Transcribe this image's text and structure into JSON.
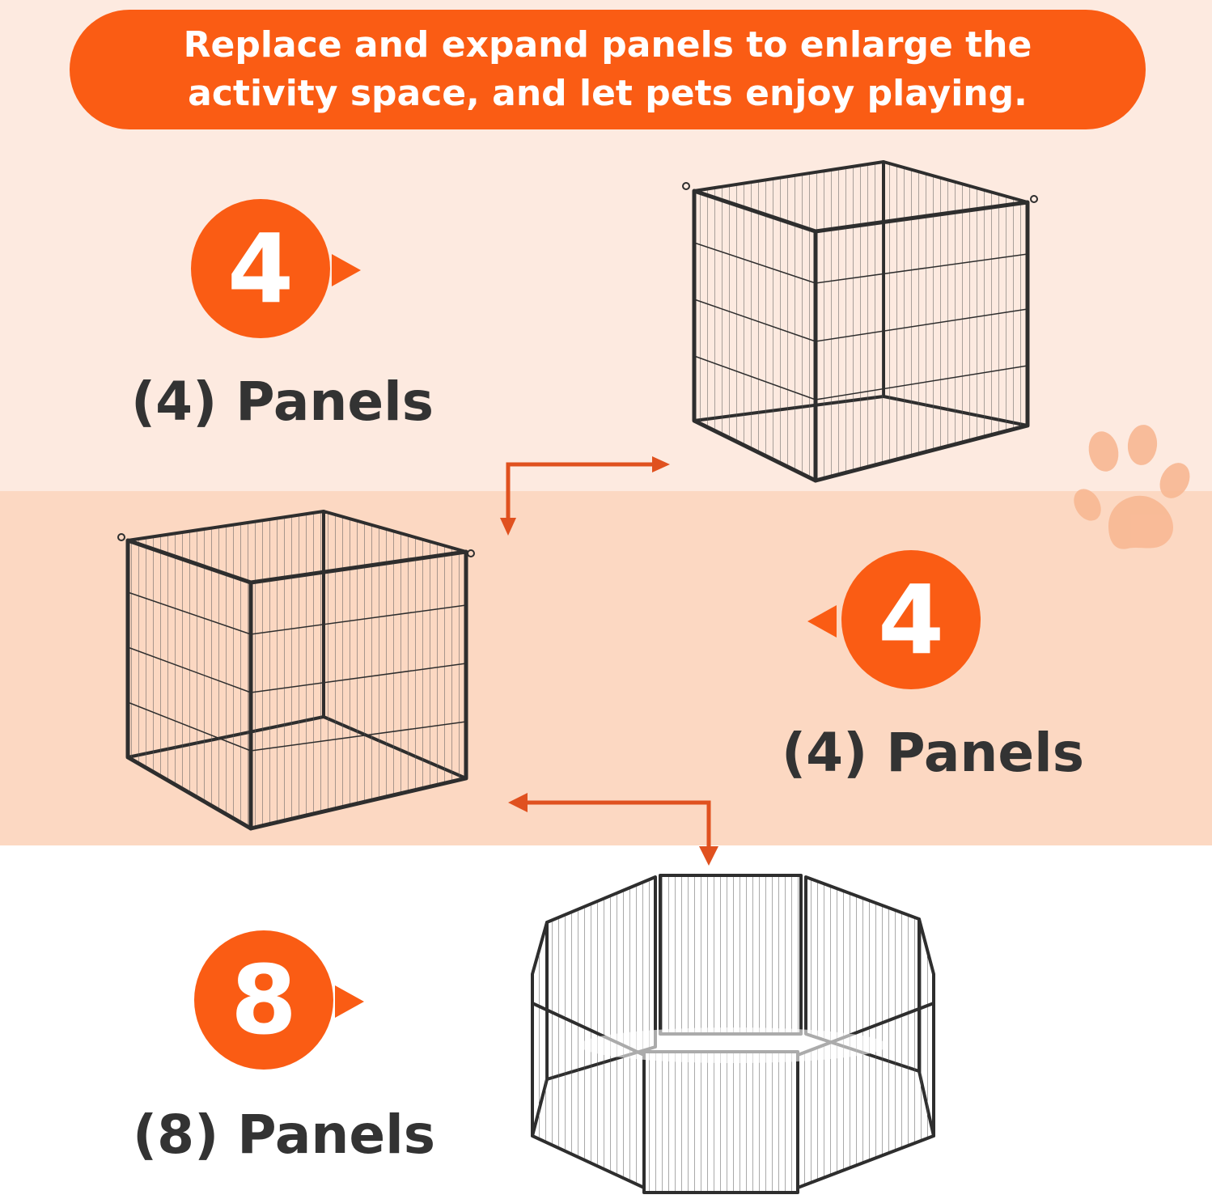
{
  "banner": {
    "text": "Replace and expand panels to enlarge the activity space, and let pets enjoy playing."
  },
  "steps": [
    {
      "count": "4",
      "caption": "(4) Panels"
    },
    {
      "count": "4",
      "caption": "(4) Panels"
    },
    {
      "count": "8",
      "caption": "(8) Panels"
    }
  ],
  "colors": {
    "accent": "#fa5c14",
    "band_top": "#fdeae0",
    "band_mid": "#fcd8c2",
    "text_dark": "#333333",
    "fence": "#2e2e2e"
  },
  "icons": [
    "paw-icon",
    "arrow-connector-icon",
    "pointer-triangle-icon"
  ]
}
